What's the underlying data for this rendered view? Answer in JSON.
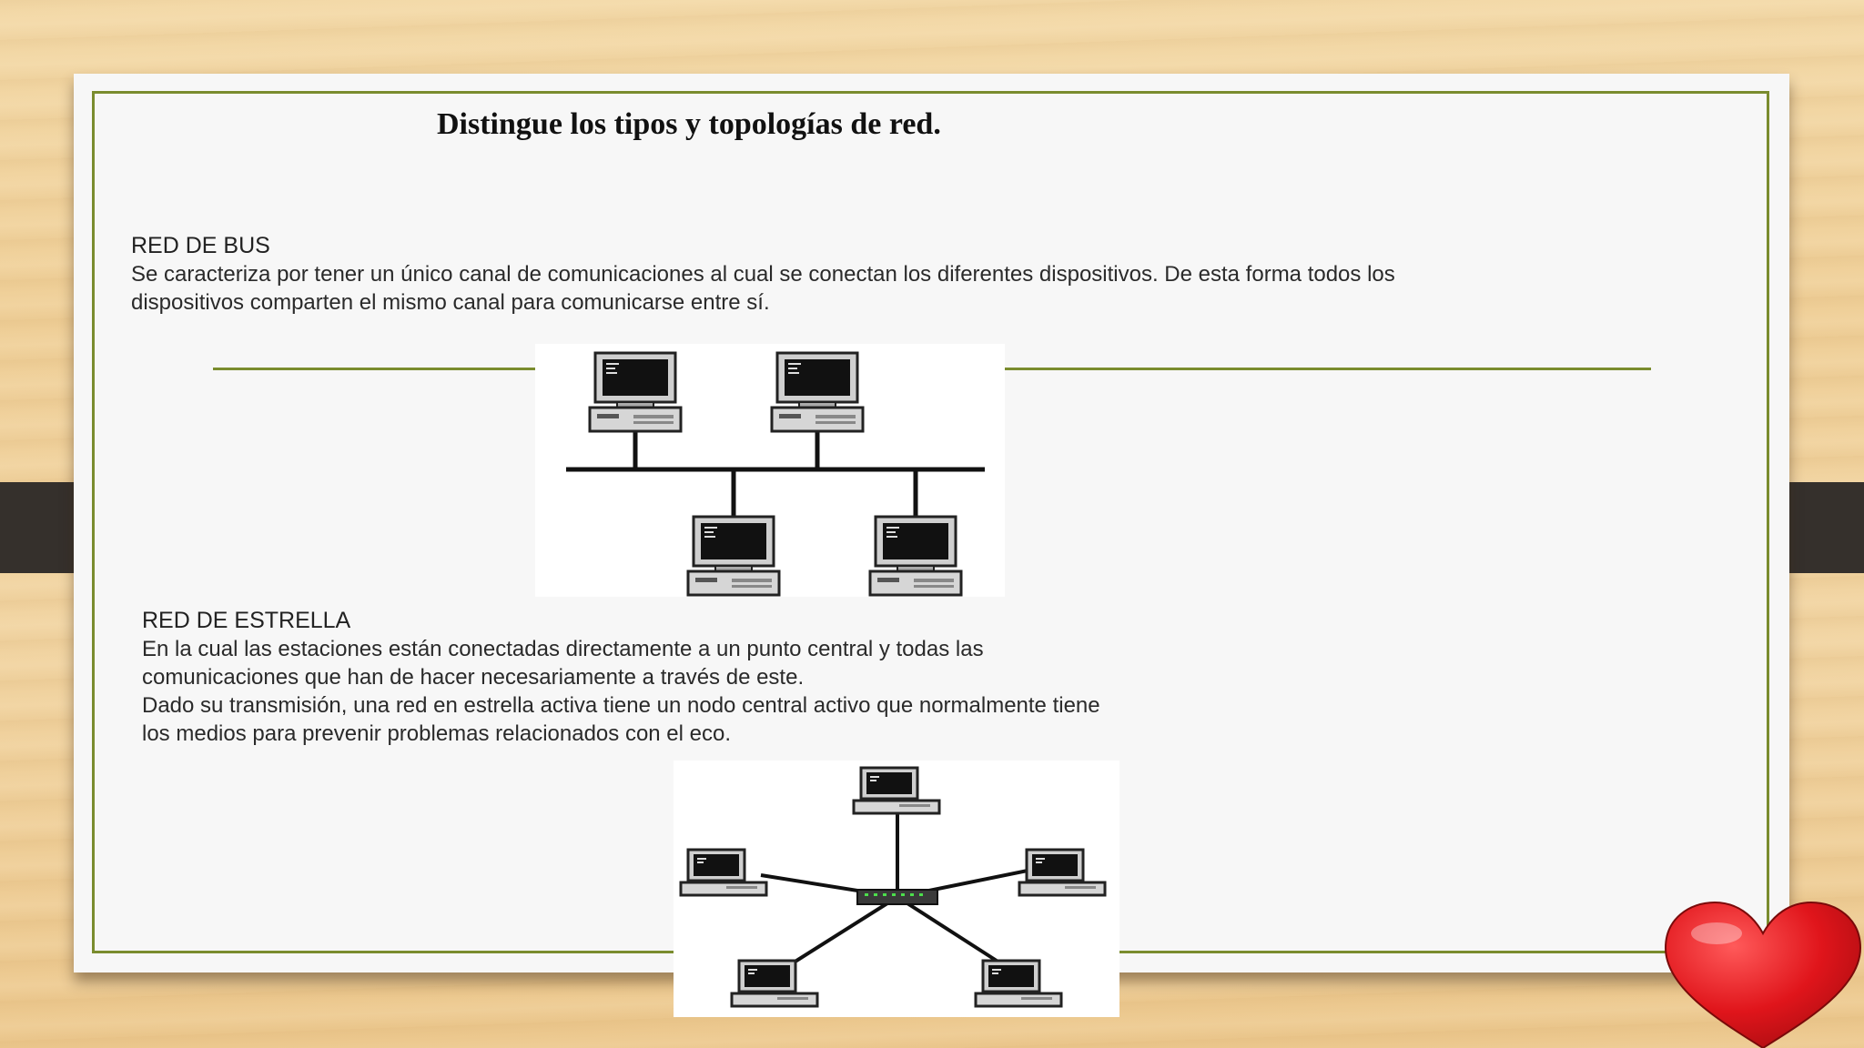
{
  "slide": {
    "title": "Distingue los tipos y topologías de red."
  },
  "bus": {
    "heading": "RED DE BUS",
    "text": "Se caracteriza por tener un único canal de comunicaciones  al cual se conectan los diferentes dispositivos. De esta forma todos los dispositivos comparten el mismo canal para comunicarse entre sí."
  },
  "star": {
    "heading": "RED  DE ESTRELLA",
    "paragraph_1": "En la cual las estaciones están conectadas directamente a un punto central y todas las comunicaciones que han de hacer necesariamente a través de este.",
    "paragraph_2": "Dado su transmisión, una red en estrella activa tiene un nodo central activo que normalmente tiene los medios para prevenir problemas relacionados con el eco."
  },
  "colors": {
    "frame": "#7a8c2e",
    "heart": "#e0151b"
  },
  "icons": [
    "computer-icon",
    "hub-icon",
    "heart-icon"
  ]
}
